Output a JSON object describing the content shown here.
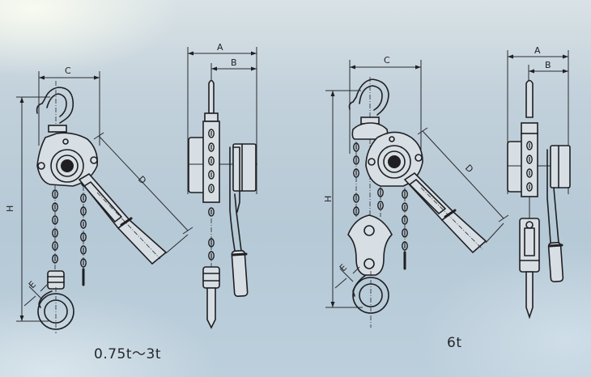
{
  "diagram": {
    "subject": "Lever hoist dimension drawings",
    "colors": {
      "background": "#bfd0dc",
      "line": "#1f1f22"
    },
    "figures": [
      {
        "caption": "0.75t～3t",
        "views": [
          "front-view",
          "side-view"
        ],
        "dimensions": {
          "front": [
            "C",
            "D",
            "H",
            "E"
          ],
          "side": [
            "A",
            "B"
          ]
        }
      },
      {
        "caption": "6t",
        "views": [
          "front-view",
          "side-view"
        ],
        "dimensions": {
          "front": [
            "C",
            "D",
            "H",
            "E"
          ],
          "side": [
            "A",
            "B"
          ]
        }
      }
    ],
    "labels": {
      "A": "A",
      "B": "B",
      "C": "C",
      "D": "D",
      "E": "E",
      "H": "H"
    }
  }
}
